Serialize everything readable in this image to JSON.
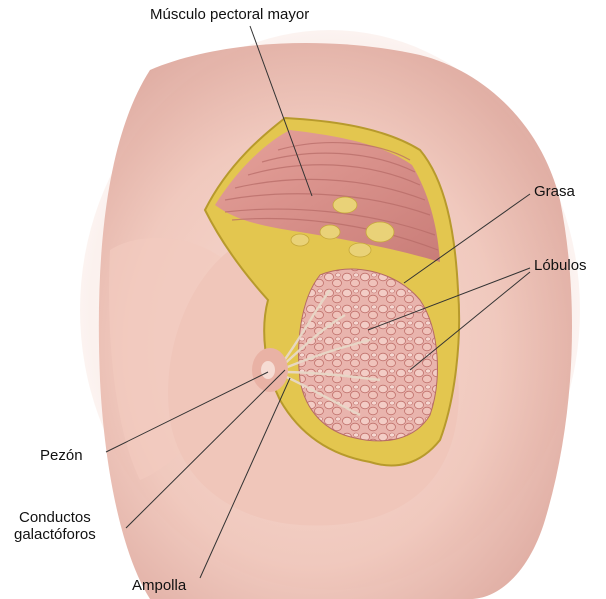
{
  "labels": {
    "muscle": "Músculo pectoral mayor",
    "fat": "Grasa",
    "lobules": "Lóbulos",
    "nipple": "Pezón",
    "ducts_line1": "Conductos",
    "ducts_line2": "galactóforos",
    "ampulla": "Ampolla"
  },
  "colors": {
    "skin": "#efc4b8",
    "skin_shadow": "#d99f94",
    "fat": "#e3c64f",
    "muscle": "#d98f8a",
    "lobule": "#e9a9a3",
    "leader_line": "#333333"
  }
}
